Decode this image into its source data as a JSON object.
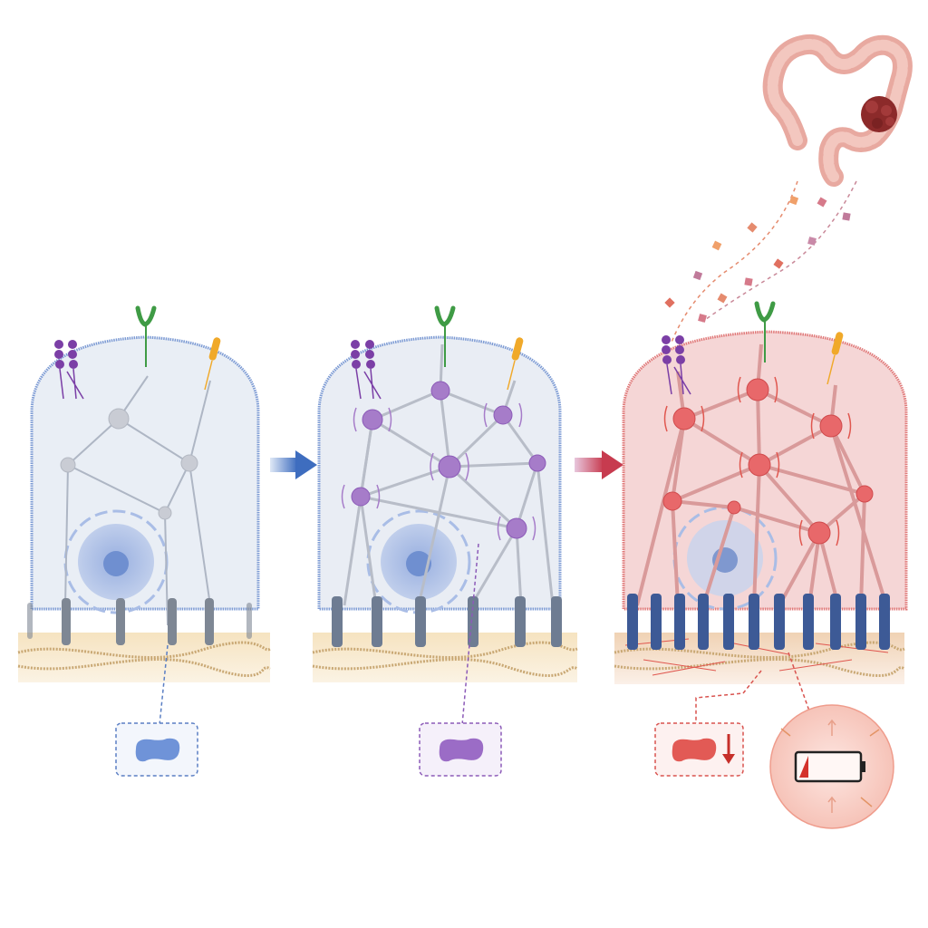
{
  "figure": {
    "panels": [
      {
        "id": "normal",
        "state": "resting",
        "accent": "#5b7fc4",
        "node_color": "#c9ccd4",
        "cell_fill": "#e9eef5",
        "indicator_color": "#6f93d8"
      },
      {
        "id": "activated",
        "state": "activated",
        "accent": "#8c5bb8",
        "node_color": "#a67cc9",
        "cell_fill": "#e9edf4",
        "indicator_color": "#9b6cc6"
      },
      {
        "id": "disease",
        "state": "stressed",
        "accent": "#d9534f",
        "node_color": "#e8686a",
        "cell_fill": "#f5d6d6",
        "indicator_color": "#e25a55"
      }
    ],
    "arrows": [
      {
        "from": "normal",
        "to": "activated",
        "color": "#4a78c8"
      },
      {
        "from": "activated",
        "to": "disease",
        "color": "#c8455a"
      }
    ],
    "icons": {
      "colon": "colon-with-tumor-icon",
      "receptor_y": "y-shaped-receptor-icon",
      "lipid": "lipid-anchor-icon",
      "bead_chains": "glycoprotein-chain-icon",
      "battery": "low-battery-icon",
      "down_arrow": "decrease-arrow-icon"
    },
    "colors": {
      "ecm": "#f2dcb4",
      "fiber": "#c9a874",
      "integrin_grey": "#7e8794",
      "integrin_blue": "#3d5a96",
      "nucleus": "#6f8fd0",
      "tumor": "#8c2a2a",
      "colon": "#e8a9a0"
    }
  }
}
